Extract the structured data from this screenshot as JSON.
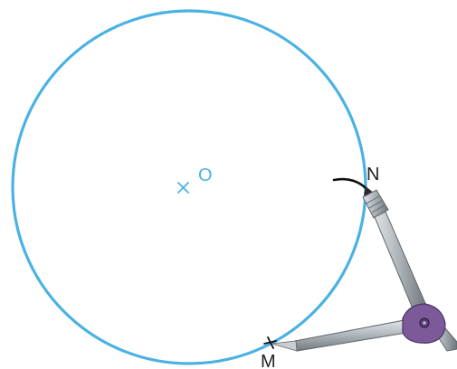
{
  "labels": {
    "center": "O",
    "point_n": "N",
    "point_m": "M"
  },
  "colors": {
    "circle": "#4ab2e2",
    "center_label": "#4ab2e2",
    "arc_mark": "#111111",
    "compass_steel": "#9ea6ab",
    "compass_hinge": "#7c5a9a",
    "text": "#222222"
  },
  "icons": {
    "center_marker": "cross-icon",
    "tool": "compass-icon"
  }
}
